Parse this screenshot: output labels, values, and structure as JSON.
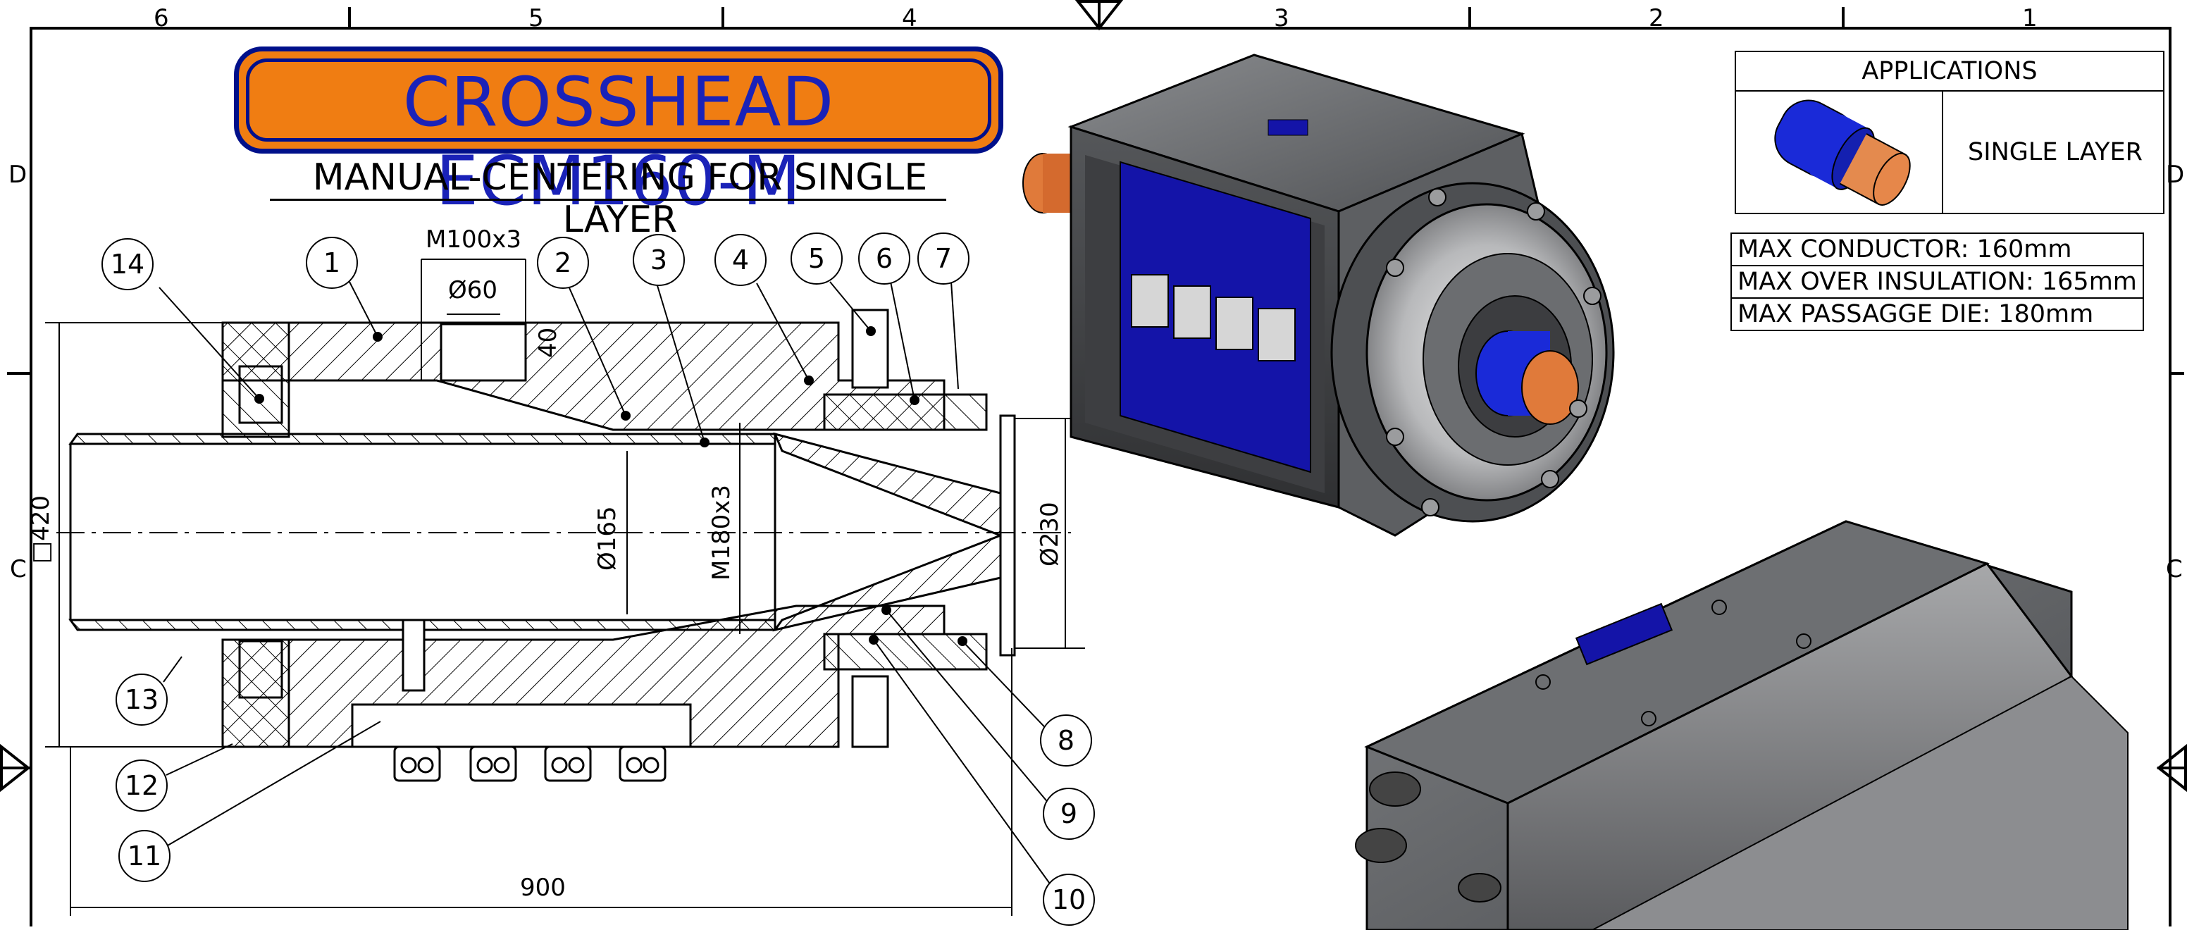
{
  "title": "CROSSHEAD ECM160-M",
  "subtitle": "MANUAL-CENTERING FOR SINGLE LAYER",
  "border": {
    "columns": [
      "6",
      "5",
      "4",
      "3",
      "2",
      "1"
    ],
    "rows": [
      "D",
      "C"
    ]
  },
  "applications": {
    "header": "APPLICATIONS",
    "item": "SINGLE LAYER"
  },
  "specs": [
    "MAX CONDUCTOR: 160mm",
    "MAX OVER INSULATION: 165mm",
    "MAX PASSAGGE DIE: 180mm"
  ],
  "balloons": [
    "1",
    "2",
    "3",
    "4",
    "5",
    "6",
    "7",
    "8",
    "9",
    "10",
    "11",
    "12",
    "13",
    "14"
  ],
  "dimensions": {
    "thread_top": "M100x3",
    "bore_top": "Ø60",
    "height_top": "40",
    "bore_inner": "Ø165",
    "thread_main": "M180x3",
    "outer_die": "Ø230",
    "overall_height": "□420",
    "overall_length": "900"
  },
  "colors": {
    "title_fill": "#f07d12",
    "title_border": "#00108a",
    "title_text": "#1a22b8",
    "body_gray": "#5a5c5f",
    "panel_blue": "#1414a8",
    "copper": "#e07a3a"
  }
}
